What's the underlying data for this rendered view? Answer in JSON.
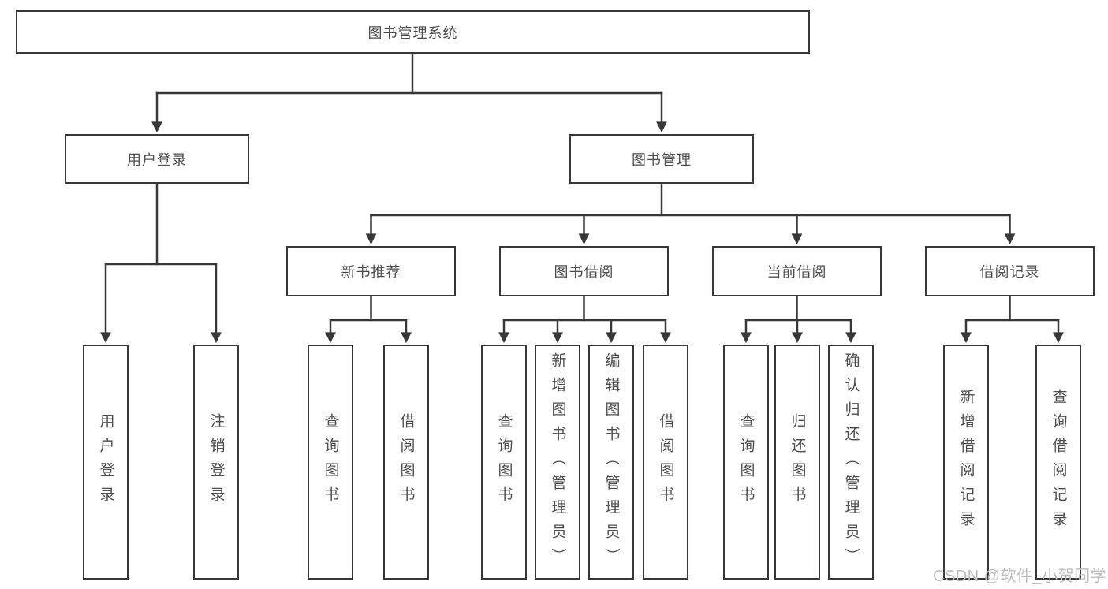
{
  "colors": {
    "line": "#383838",
    "box_border": "#383838",
    "text": "#4d4d4d",
    "watermark": "#bdbdbd",
    "background": "#ffffff"
  },
  "tree": {
    "label": "图书管理系统",
    "children": [
      {
        "label": "用户登录",
        "children": [
          {
            "label": "用户登录"
          },
          {
            "label": "注销登录"
          }
        ]
      },
      {
        "label": "图书管理",
        "children": [
          {
            "label": "新书推荐",
            "children": [
              {
                "label": "查询图书"
              },
              {
                "label": "借阅图书"
              }
            ]
          },
          {
            "label": "图书借阅",
            "children": [
              {
                "label": "查询图书"
              },
              {
                "label": "新增图书（管理员）"
              },
              {
                "label": "编辑图书（管理员）"
              },
              {
                "label": "借阅图书"
              }
            ]
          },
          {
            "label": "当前借阅",
            "children": [
              {
                "label": "查询图书"
              },
              {
                "label": "归还图书"
              },
              {
                "label": "确认归还（管理员）"
              }
            ]
          },
          {
            "label": "借阅记录",
            "children": [
              {
                "label": "新增借阅记录"
              },
              {
                "label": "查询借阅记录"
              }
            ]
          }
        ]
      }
    ]
  },
  "watermark": {
    "text": "CSDN @软件_小贺同学"
  }
}
